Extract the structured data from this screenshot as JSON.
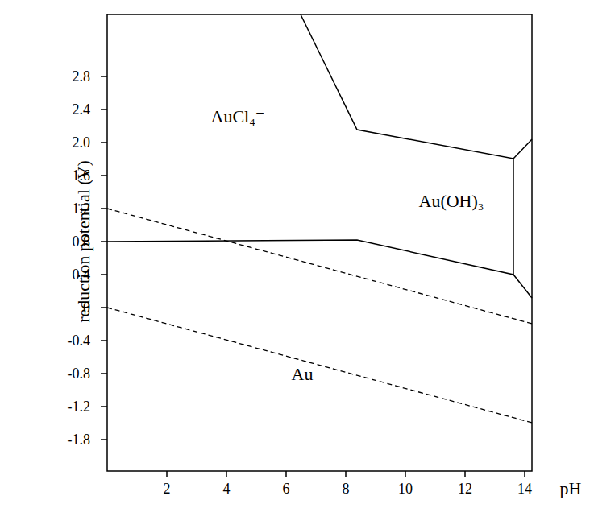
{
  "diagram": {
    "labels": [
      "2.8",
      "2.4",
      "2.0",
      "1.6",
      "1.2",
      "0.8",
      "0.4",
      "0",
      "-0.4",
      "-0.8",
      "-1.2",
      "-1.8",
      "2",
      "4",
      "6",
      "8",
      "10",
      "12",
      "14",
      "reduction potential (V)",
      "pH",
      "AuCl₄⁻",
      "Au(OH)₃",
      "Au"
    ]
  }
}
